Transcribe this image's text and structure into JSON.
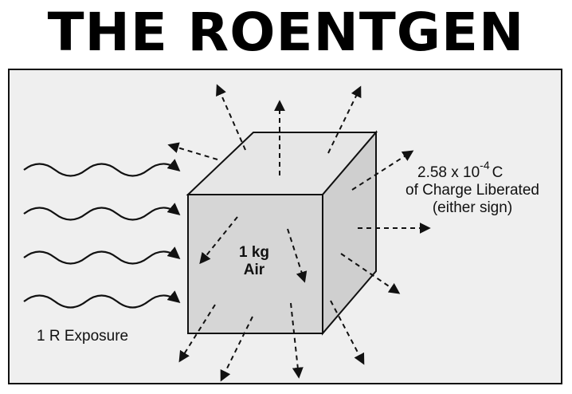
{
  "title": "THE ROENTGEN",
  "diagram": {
    "mass_line1": "1 kg",
    "mass_line2": "Air",
    "charge_value": "2.58 x 10",
    "charge_exponent": "-4",
    "charge_unit": "C",
    "charge_line2": "of Charge Liberated",
    "charge_line3": "(either sign)",
    "exposure_label": "1 R Exposure"
  },
  "colors": {
    "background": "#efefef",
    "cube_front": "#d6d6d6",
    "cube_top": "#e6e6e6",
    "cube_side": "#cfcfcf",
    "ink": "#111111"
  }
}
